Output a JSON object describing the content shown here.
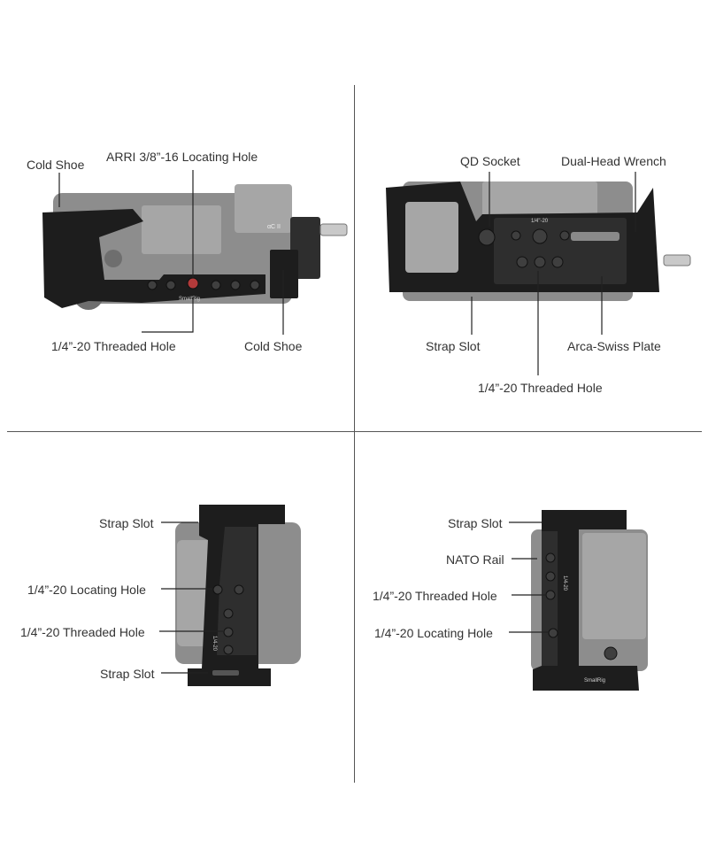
{
  "panels": {
    "top_left": {
      "labels": {
        "cold_shoe_top": "Cold Shoe",
        "arri": "ARRI 3/8”-16 Locating Hole",
        "threaded": "1/4”-20 Threaded Hole",
        "cold_shoe_right": "Cold Shoe"
      },
      "engraving": "SmallRig",
      "camera_badge": "αC II"
    },
    "top_right": {
      "labels": {
        "qd": "QD Socket",
        "wrench": "Dual-Head Wrench",
        "strap": "Strap Slot",
        "arca": "Arca-Swiss Plate",
        "threaded": "1/4”-20 Threaded Hole"
      },
      "engraving": "1/4\"-20"
    },
    "bottom_left": {
      "labels": {
        "strap_top": "Strap Slot",
        "locating": "1/4”-20 Locating Hole",
        "threaded": "1/4”-20 Threaded Hole",
        "strap_bottom": "Strap Slot"
      },
      "engraving": "1/4-20"
    },
    "bottom_right": {
      "labels": {
        "strap": "Strap Slot",
        "nato": "NATO Rail",
        "threaded": "1/4”-20 Threaded Hole",
        "locating": "1/4”-20 Locating Hole"
      },
      "engraving": "SmallRig",
      "engraving_side": "1/4-20"
    }
  }
}
